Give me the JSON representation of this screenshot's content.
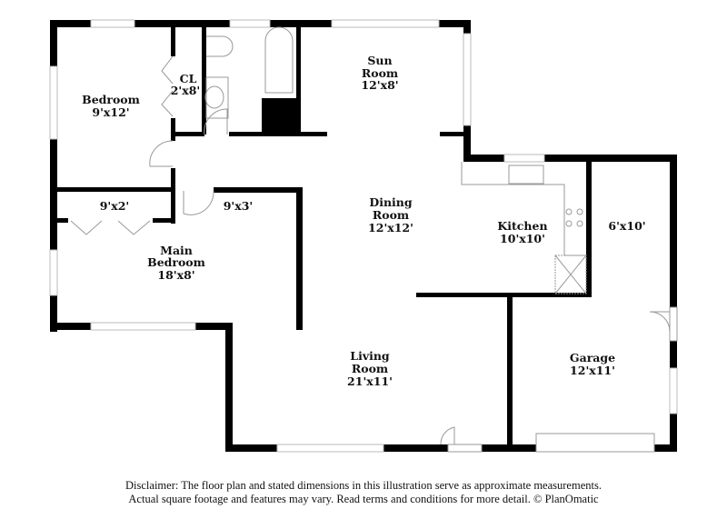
{
  "rooms": {
    "bedroom": {
      "name": "Bedroom",
      "size": "9'x12'"
    },
    "closet": {
      "name": "CL",
      "size": "2'x8'"
    },
    "sun_room": {
      "name1": "Sun",
      "name2": "Room",
      "size": "12'x8'"
    },
    "closet_main": {
      "size": "9'x2'"
    },
    "closet_hall": {
      "size": "9'x3'"
    },
    "main_bedroom": {
      "name1": "Main",
      "name2": "Bedroom",
      "size": "18'x8'"
    },
    "dining_room": {
      "name1": "Dining",
      "name2": "Room",
      "size": "12'x12'"
    },
    "kitchen": {
      "name": "Kitchen",
      "size": "10'x10'"
    },
    "storage": {
      "size": "6'x10'"
    },
    "living_room": {
      "name1": "Living",
      "name2": "Room",
      "size": "21'x11'"
    },
    "garage": {
      "name": "Garage",
      "size": "12'x11'"
    }
  },
  "disclaimer": {
    "line1": "Disclaimer: The floor plan and stated dimensions in this illustration serve as approximate measurements.",
    "line2": "Actual square footage and features may vary. Read terms and conditions for more detail. © PlanOmatic"
  },
  "colors": {
    "wall": "#000000",
    "window": "#cccccc",
    "fixture": "#999999"
  }
}
